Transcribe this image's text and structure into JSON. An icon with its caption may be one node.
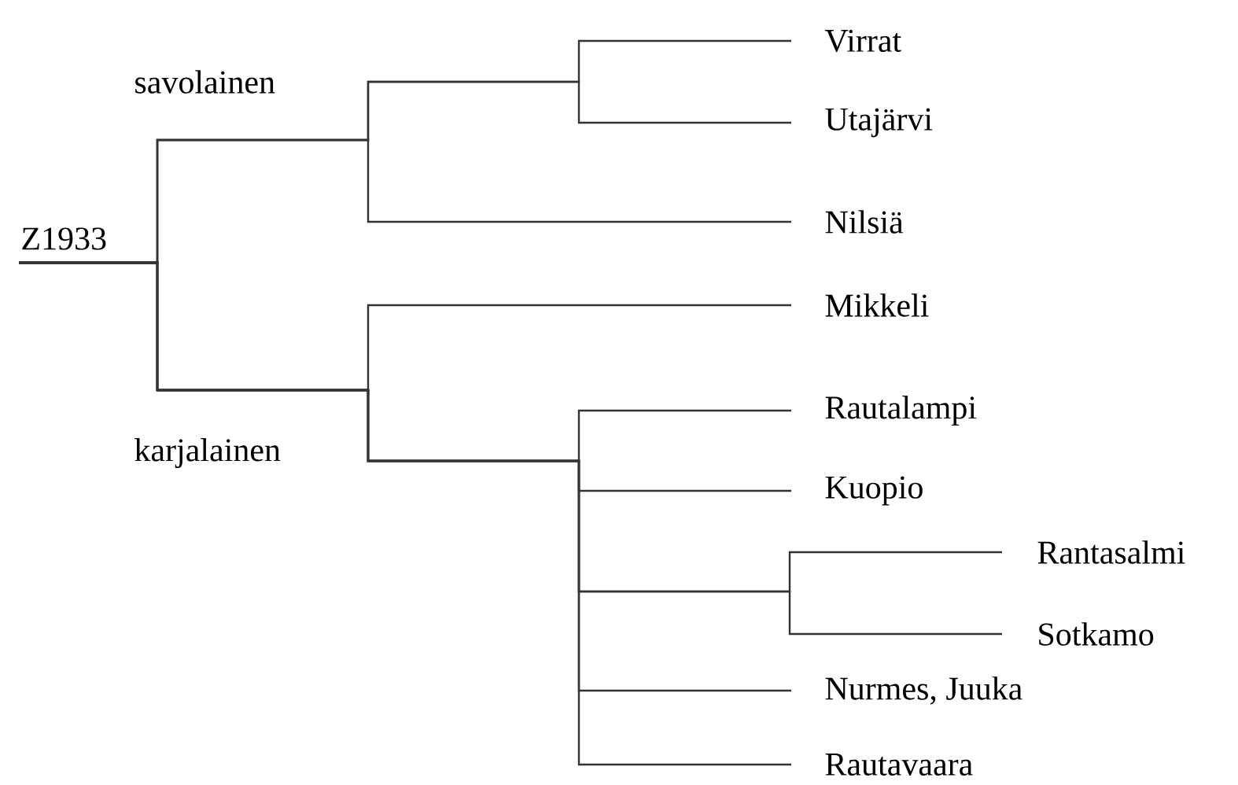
{
  "diagram": {
    "nodes": [
      {
        "text": [
          "Z1933"
        ]
      },
      {
        "text": [
          "Virrat"
        ]
      },
      {
        "text": [
          "Utajärvi"
        ]
      },
      {
        "text": [
          "Nilsiä"
        ]
      },
      {
        "text": [
          "Mikkeli"
        ]
      },
      {
        "text": [
          "Rautalampi"
        ]
      },
      {
        "text": [
          "Kuopio"
        ]
      },
      {
        "text": [
          "Rantasalmi"
        ]
      },
      {
        "text": [
          "Sotkamo"
        ]
      },
      {
        "text": [
          "Nurmes, Juuka"
        ]
      },
      {
        "text": [
          "Rautavaara"
        ]
      }
    ],
    "edges": [
      {
        "from": 0,
        "to": 1,
        "arrow": "none"
      },
      {
        "from": 0,
        "to": 2,
        "arrow": "none"
      },
      {
        "from": 0,
        "to": 3,
        "arrow": "none"
      },
      {
        "from": 0,
        "to": 4,
        "arrow": "none"
      },
      {
        "from": 0,
        "to": 5,
        "arrow": "none"
      },
      {
        "from": 0,
        "to": 6,
        "arrow": "none"
      },
      {
        "from": 0,
        "to": 7,
        "arrow": "none"
      },
      {
        "from": 0,
        "to": 8,
        "arrow": "none"
      },
      {
        "from": 0,
        "to": 9,
        "arrow": "none"
      },
      {
        "from": 0,
        "to": 10,
        "arrow": "none"
      }
    ],
    "labels": [
      "savolainen",
      "karjalainen"
    ]
  }
}
